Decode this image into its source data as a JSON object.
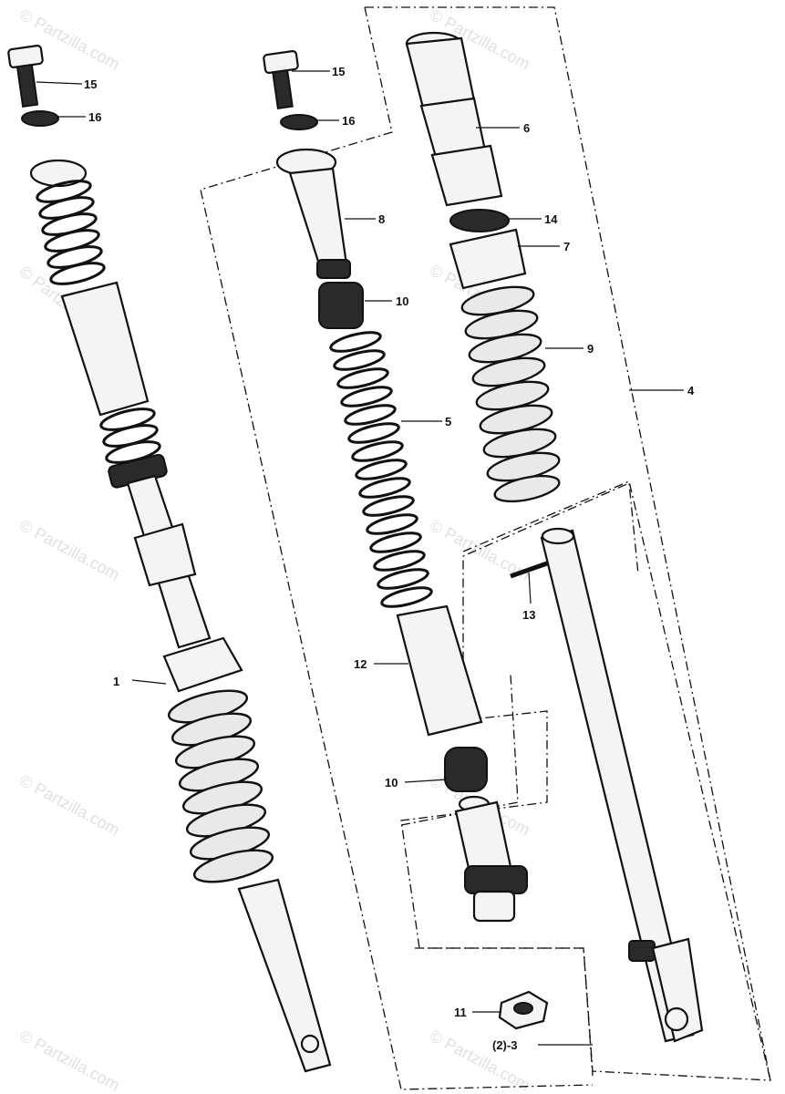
{
  "watermarks": [
    {
      "text": "© Partzilla.com"
    },
    {
      "text": "© Partzilla.com"
    },
    {
      "text": "© Partzilla.com"
    },
    {
      "text": "© Partzilla.com"
    },
    {
      "text": "© Partzilla.com"
    },
    {
      "text": "© Partzilla.com"
    },
    {
      "text": "© Partzilla.com"
    },
    {
      "text": "© Partzilla.com"
    },
    {
      "text": "© Partzilla.com"
    },
    {
      "text": "© Partzilla.com"
    }
  ],
  "callouts": {
    "c15a": "15",
    "c16a": "16",
    "c15b": "15",
    "c16b": "16",
    "c6": "6",
    "c8": "8",
    "c14": "14",
    "c7": "7",
    "c10a": "10",
    "c9": "9",
    "c4": "4",
    "c5": "5",
    "c13": "13",
    "c1": "1",
    "c12": "12",
    "c10b": "10",
    "c11": "11",
    "c3": "(2)-3"
  },
  "colors": {
    "line": "#111111",
    "watermark": "#c8c8c8",
    "background": "#ffffff"
  }
}
